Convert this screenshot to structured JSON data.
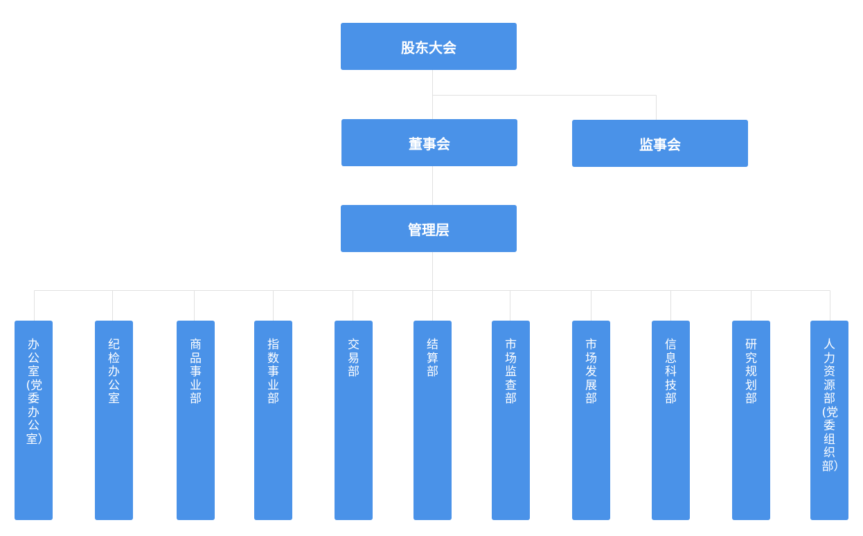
{
  "top": {
    "label": "股东大会"
  },
  "board": {
    "label": "董事会"
  },
  "supervisors": {
    "label": "监事会"
  },
  "management": {
    "label": "管理层"
  },
  "departments": [
    {
      "label": "办公室(党委办公室）"
    },
    {
      "label": "纪检办公室"
    },
    {
      "label": "商品事业部"
    },
    {
      "label": "指数事业部"
    },
    {
      "label": "交易部"
    },
    {
      "label": "结算部"
    },
    {
      "label": "市场监查部"
    },
    {
      "label": "市场发展部"
    },
    {
      "label": "信息科技部"
    },
    {
      "label": "研究规划部"
    },
    {
      "label": "人力资源部(党委组织部）"
    }
  ],
  "colors": {
    "node_fill": "#4a92e8",
    "connector": "#e0e0e0",
    "text": "#ffffff"
  }
}
